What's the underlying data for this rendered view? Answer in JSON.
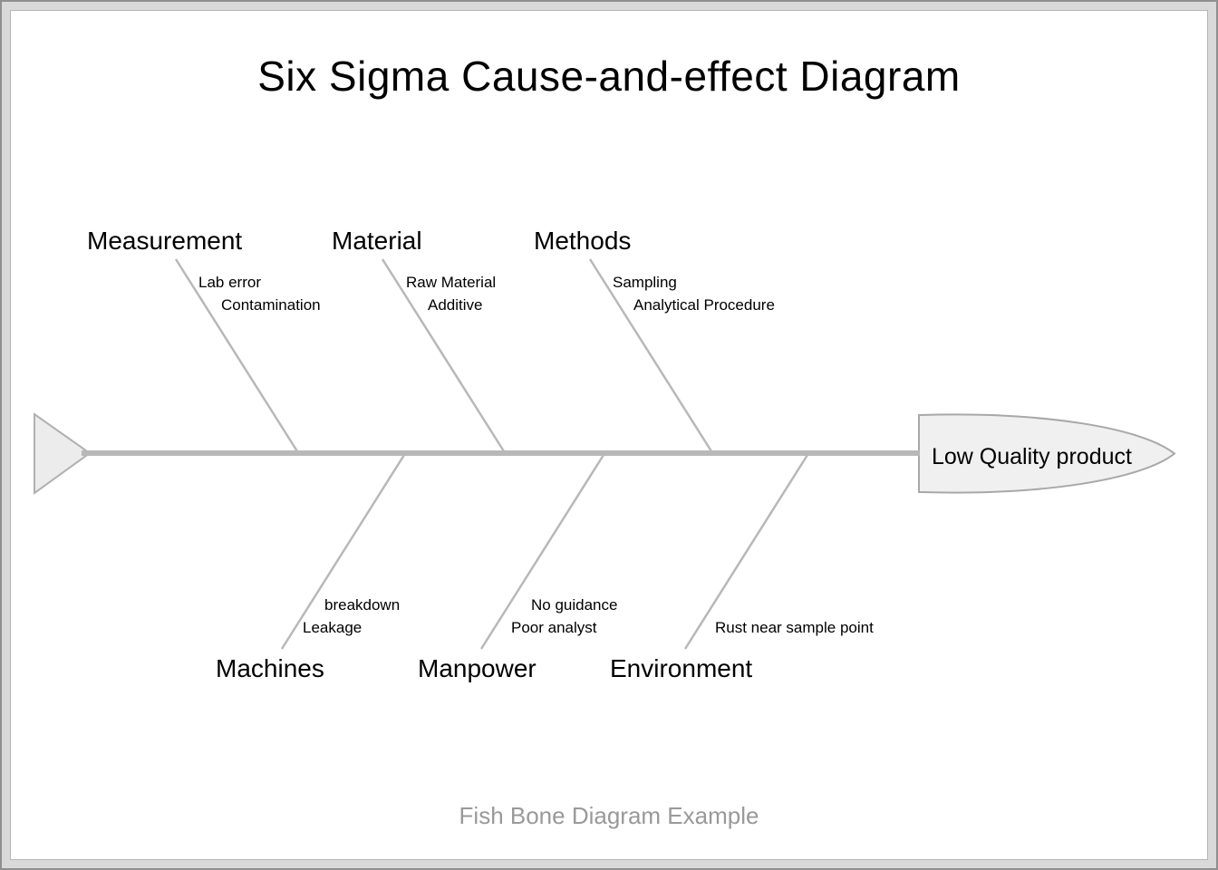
{
  "page": {
    "title": "Six Sigma Cause-and-effect Diagram",
    "caption": "Fish Bone Diagram Example"
  },
  "effect": {
    "label": "Low Quality product"
  },
  "categories": [
    {
      "label": "Measurement",
      "position": "top",
      "causes": [
        "Lab error",
        "Contamination"
      ]
    },
    {
      "label": "Material",
      "position": "top",
      "causes": [
        "Raw Material",
        "Additive"
      ]
    },
    {
      "label": "Methods",
      "position": "top",
      "causes": [
        "Sampling",
        "Analytical Procedure"
      ]
    },
    {
      "label": "Machines",
      "position": "bottom",
      "causes": [
        "breakdown",
        "Leakage"
      ]
    },
    {
      "label": "Manpower",
      "position": "bottom",
      "causes": [
        "No guidance",
        "Poor analyst"
      ]
    },
    {
      "label": "Environment",
      "position": "bottom",
      "causes": [
        "Rust near sample point"
      ]
    }
  ],
  "colors": {
    "bone_line": "#b8b8b8",
    "arrow_fill": "#efefef",
    "text": "#000000",
    "caption_text": "#999999",
    "frame_border": "#8f8f8f"
  }
}
